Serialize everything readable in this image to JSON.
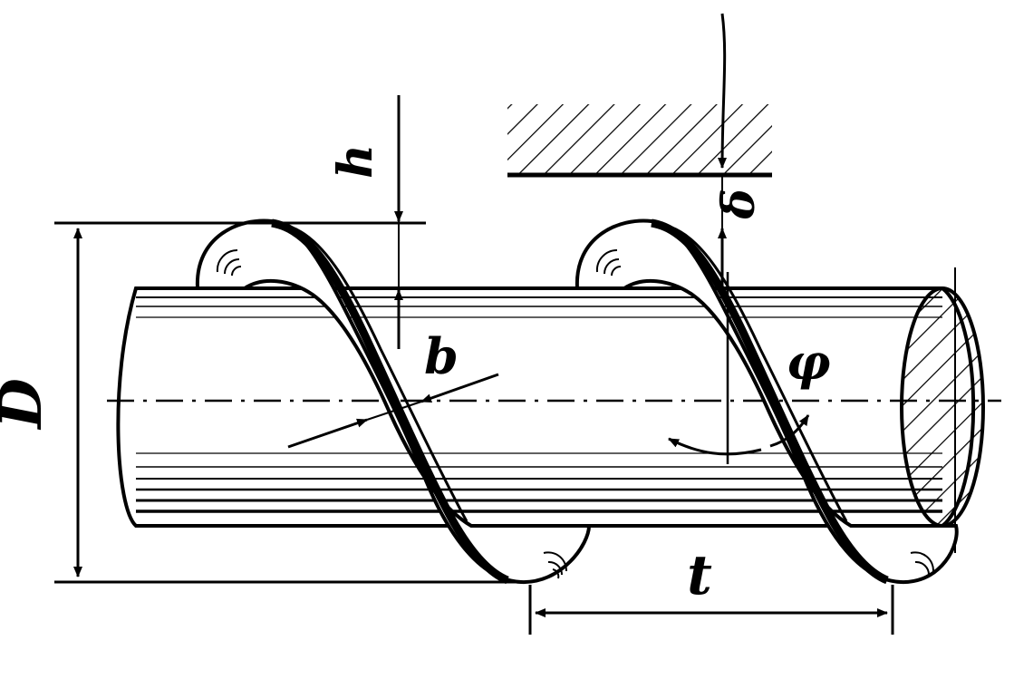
{
  "labels": {
    "D": "D",
    "h": "h",
    "b": "b",
    "phi": "φ",
    "t": "t",
    "delta": "δ"
  },
  "colors": {
    "ink": "#000000",
    "paper": "#ffffff"
  }
}
